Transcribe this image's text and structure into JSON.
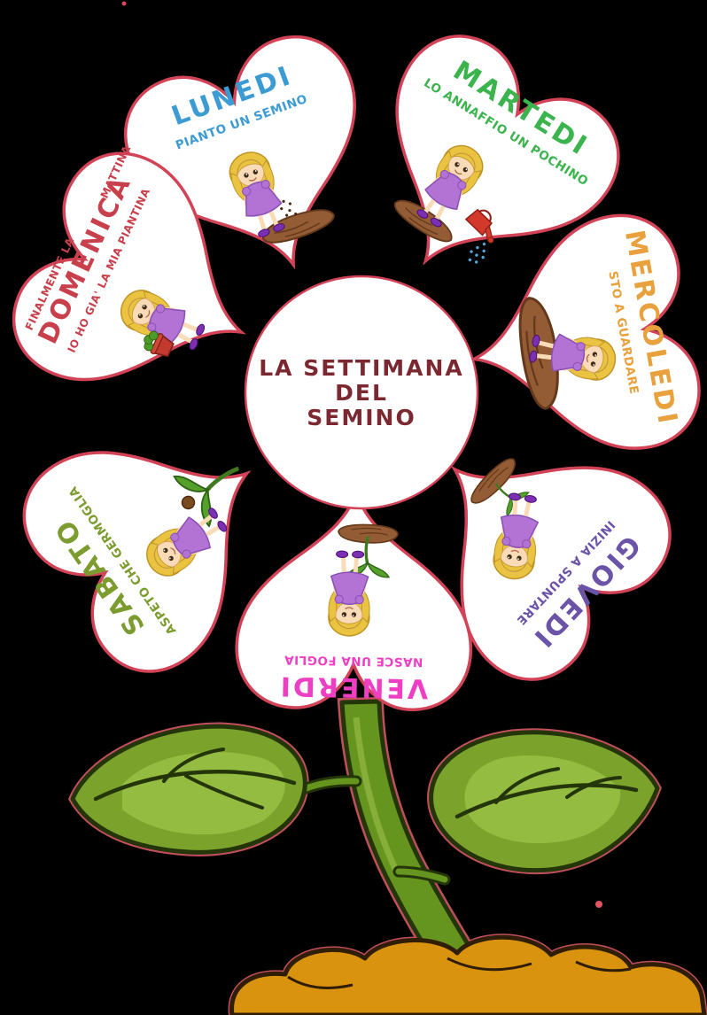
{
  "poster": {
    "center": {
      "lines": [
        "LA SETTIMANA",
        "DEL",
        "SEMINO"
      ],
      "text_color": "#7C2831"
    },
    "petals": [
      {
        "day": "LUNEDI",
        "caption": "PIANTO UN SEMINO",
        "color": "#3D9BD3"
      },
      {
        "day": "MARTEDI",
        "caption": "LO ANNAFFIO UN POCHINO",
        "color": "#3BB44E"
      },
      {
        "day": "MERCOLEDI",
        "caption": "STO A GUARDARE",
        "color": "#E8A13C"
      },
      {
        "day": "GIOVEDI",
        "caption": "INIZIA A SPUNTARE",
        "color": "#6B54A8"
      },
      {
        "day": "VENERDI",
        "caption": "NASCE UNA FOGLIA",
        "color": "#EE3FC4"
      },
      {
        "day": "SABATO",
        "caption": "ASPETO CHE GERMOGLIA",
        "color": "#7C9C2F"
      },
      {
        "day": "DOMENICA",
        "caption": "IO HO GIA' LA MIA PIANTINA",
        "pre": "FINALMENTE LA",
        "post": "MATTINA",
        "color": "#C7404C"
      }
    ],
    "colors": {
      "background": "#000000",
      "heart_fill": "#FFFFFF",
      "heart_border": "#D24357",
      "center_text": "#7C2831",
      "leaf_green": "#7BA32C",
      "stem_green": "#66951F",
      "soil_orange": "#D9930E",
      "girl_dress": "#B273D4",
      "girl_hair": "#EAC440",
      "watering_can_red": "#D3392B",
      "water_drop_blue": "#4FA8D8"
    }
  }
}
